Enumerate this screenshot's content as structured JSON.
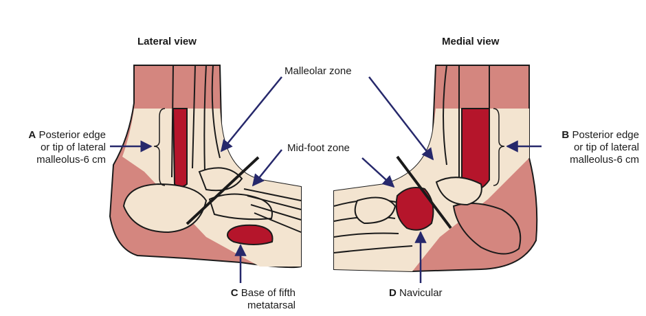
{
  "views": {
    "lateral": "Lateral view",
    "medial": "Medial view"
  },
  "zones": {
    "malleolar": "Malleolar zone",
    "midfoot": "Mid-foot zone"
  },
  "rules": {
    "A": {
      "letter": "A",
      "line1": "Posterior edge",
      "line2": "or tip of lateral",
      "line3": "malleolus-6 cm"
    },
    "B": {
      "letter": "B",
      "line1": "Posterior edge",
      "line2": "or tip of lateral",
      "line3": "malleolus-6 cm"
    },
    "C": {
      "letter": "C",
      "line1": "Base of fifth",
      "line2": "metatarsal"
    },
    "D": {
      "letter": "D",
      "line1": "Navicular"
    }
  },
  "colors": {
    "soft_tissue": "#d4867f",
    "bone_zone": "#f3e4d0",
    "highlight": "#b5152b",
    "arrow": "#26286b",
    "outline": "#1a1a1a"
  }
}
